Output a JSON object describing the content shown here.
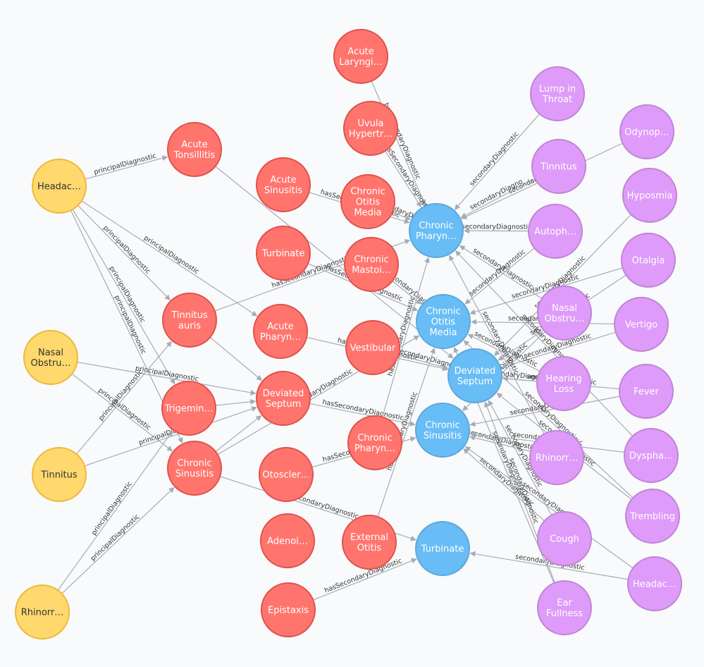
{
  "colors": {
    "symptom_fill": "#ffd86e",
    "symptom_stroke": "#edba39",
    "diagnosis_fill": "#ff756e",
    "diagnosis_stroke": "#e0514b",
    "secondary_fill": "#68bdf6",
    "secondary_stroke": "#5ca8db",
    "side_fill": "#de9bf9",
    "side_stroke": "#bf85d6",
    "edge": "#a5abb6"
  },
  "nodes": [
    {
      "id": "s_headache",
      "group": "symptom",
      "lines": [
        "Headac…"
      ]
    },
    {
      "id": "s_nasal",
      "group": "symptom",
      "lines": [
        "Nasal",
        "Obstru…"
      ]
    },
    {
      "id": "s_tinnitus",
      "group": "symptom",
      "lines": [
        "Tinnitus"
      ]
    },
    {
      "id": "s_rhinorr",
      "group": "symptom",
      "lines": [
        "Rhinorr…"
      ]
    },
    {
      "id": "d_acute_laryngi",
      "group": "diagnosis",
      "lines": [
        "Acute",
        "Laryngi…"
      ]
    },
    {
      "id": "d_uvula",
      "group": "diagnosis",
      "lines": [
        "Uvula",
        "Hypertr…"
      ]
    },
    {
      "id": "d_acute_tonsil",
      "group": "diagnosis",
      "lines": [
        "Acute",
        "Tonsillitis"
      ]
    },
    {
      "id": "d_acute_sinus",
      "group": "diagnosis",
      "lines": [
        "Acute",
        "Sinusitis"
      ]
    },
    {
      "id": "d_chronic_otitis",
      "group": "diagnosis",
      "lines": [
        "Chronic",
        "Otitis",
        "Media"
      ]
    },
    {
      "id": "d_turbinate",
      "group": "diagnosis",
      "lines": [
        "Turbinate"
      ]
    },
    {
      "id": "d_chronic_mastoi",
      "group": "diagnosis",
      "lines": [
        "Chronic",
        "Mastoi…"
      ]
    },
    {
      "id": "d_tinnitus_auris",
      "group": "diagnosis",
      "lines": [
        "Tinnitus",
        "auris"
      ]
    },
    {
      "id": "d_acute_pharyn",
      "group": "diagnosis",
      "lines": [
        "Acute",
        "Pharyn…"
      ]
    },
    {
      "id": "d_vestibular",
      "group": "diagnosis",
      "lines": [
        "Vestibular"
      ]
    },
    {
      "id": "d_trigemin",
      "group": "diagnosis",
      "lines": [
        "Trigemin…"
      ]
    },
    {
      "id": "d_deviated",
      "group": "diagnosis",
      "lines": [
        "Deviated",
        "Septum"
      ]
    },
    {
      "id": "d_chronic_sinus",
      "group": "diagnosis",
      "lines": [
        "Chronic",
        "Sinusitis"
      ]
    },
    {
      "id": "d_chronic_pharyn",
      "group": "diagnosis",
      "lines": [
        "Chronic",
        "Pharyn…"
      ]
    },
    {
      "id": "d_otoscler",
      "group": "diagnosis",
      "lines": [
        "Otoscler…"
      ]
    },
    {
      "id": "d_adenoi",
      "group": "diagnosis",
      "lines": [
        "Adenoi…"
      ]
    },
    {
      "id": "d_external",
      "group": "diagnosis",
      "lines": [
        "External",
        "Otitis"
      ]
    },
    {
      "id": "d_epistaxis",
      "group": "diagnosis",
      "lines": [
        "Epistaxis"
      ]
    },
    {
      "id": "b_chronic_pharyn",
      "group": "secondary",
      "lines": [
        "Chronic",
        "Pharyn…"
      ]
    },
    {
      "id": "b_chronic_otitis",
      "group": "secondary",
      "lines": [
        "Chronic",
        "Otitis",
        "Media"
      ]
    },
    {
      "id": "b_deviated",
      "group": "secondary",
      "lines": [
        "Deviated",
        "Septum"
      ]
    },
    {
      "id": "b_chronic_sinus",
      "group": "secondary",
      "lines": [
        "Chronic",
        "Sinusitis"
      ]
    },
    {
      "id": "b_turbinate",
      "group": "secondary",
      "lines": [
        "Turbinate"
      ]
    },
    {
      "id": "p_lump",
      "group": "side",
      "lines": [
        "Lump in",
        "Throat"
      ]
    },
    {
      "id": "p_odynop",
      "group": "side",
      "lines": [
        "Odynop…"
      ]
    },
    {
      "id": "p_tinnitus",
      "group": "side",
      "lines": [
        "Tinnitus"
      ]
    },
    {
      "id": "p_hyposmia",
      "group": "side",
      "lines": [
        "Hyposmia"
      ]
    },
    {
      "id": "p_autoph",
      "group": "side",
      "lines": [
        "Autoph…"
      ]
    },
    {
      "id": "p_otalgia",
      "group": "side",
      "lines": [
        "Otalgia"
      ]
    },
    {
      "id": "p_nasal",
      "group": "side",
      "lines": [
        "Nasal",
        "Obstru…"
      ]
    },
    {
      "id": "p_vertigo",
      "group": "side",
      "lines": [
        "Vertigo"
      ]
    },
    {
      "id": "p_hearing",
      "group": "side",
      "lines": [
        "Hearing",
        "Loss"
      ]
    },
    {
      "id": "p_fever",
      "group": "side",
      "lines": [
        "Fever"
      ]
    },
    {
      "id": "p_rhinorr",
      "group": "side",
      "lines": [
        "Rhinorr…"
      ]
    },
    {
      "id": "p_dyspha",
      "group": "side",
      "lines": [
        "Dyspha…"
      ]
    },
    {
      "id": "p_trembling",
      "group": "side",
      "lines": [
        "Trembling"
      ]
    },
    {
      "id": "p_cough",
      "group": "side",
      "lines": [
        "Cough"
      ]
    },
    {
      "id": "p_headache",
      "group": "side",
      "lines": [
        "Headac…"
      ]
    },
    {
      "id": "p_ear",
      "group": "side",
      "lines": [
        "Ear",
        "Fullness"
      ]
    }
  ],
  "edges": [
    {
      "from": "s_headache",
      "to": "d_acute_tonsil",
      "label": "principalDiagnostic"
    },
    {
      "from": "s_headache",
      "to": "d_acute_pharyn",
      "label": "principalDiagnostic"
    },
    {
      "from": "s_headache",
      "to": "d_tinnitus_auris",
      "label": "principalDiagnostic"
    },
    {
      "from": "s_headache",
      "to": "d_trigemin",
      "label": "principalDiagnostic"
    },
    {
      "from": "s_headache",
      "to": "d_chronic_sinus",
      "label": "principalDiagnostic"
    },
    {
      "from": "s_nasal",
      "to": "d_deviated",
      "label": "principalDiagnostic"
    },
    {
      "from": "s_nasal",
      "to": "d_chronic_sinus",
      "label": "principalDiagnostic"
    },
    {
      "from": "s_tinnitus",
      "to": "d_tinnitus_auris",
      "label": "principalDiagnostic"
    },
    {
      "from": "s_tinnitus",
      "to": "d_deviated",
      "label": "principalDiagnostic"
    },
    {
      "from": "s_rhinorr",
      "to": "d_chronic_sinus",
      "label": "principalDiagnostic"
    },
    {
      "from": "s_rhinorr",
      "to": "d_trigemin",
      "label": "principalDiagnostic"
    },
    {
      "from": "d_acute_laryngi",
      "to": "b_chronic_pharyn",
      "label": "hasSecondaryDiagnostic"
    },
    {
      "from": "d_uvula",
      "to": "b_chronic_pharyn",
      "label": "hasSecondaryDiagnostic"
    },
    {
      "from": "d_acute_sinus",
      "to": "b_chronic_pharyn",
      "label": "hasSecondaryDiagnostic"
    },
    {
      "from": "d_chronic_otitis",
      "to": "b_chronic_pharyn",
      "label": "hasSecondaryDiagnostic"
    },
    {
      "from": "d_turbinate",
      "to": "b_chronic_otitis",
      "label": "hasSecondaryDiagnostic"
    },
    {
      "from": "d_chronic_mastoi",
      "to": "b_chronic_otitis",
      "label": "hasSecondaryDiagnostic"
    },
    {
      "from": "d_tinnitus_auris",
      "to": "b_chronic_pharyn",
      "label": "hasSecondaryDiagnostic"
    },
    {
      "from": "d_acute_pharyn",
      "to": "b_deviated",
      "label": "hasSecondaryDiagnostic"
    },
    {
      "from": "d_vestibular",
      "to": "b_deviated",
      "label": "hasSecondaryDiagnostic"
    },
    {
      "from": "d_deviated",
      "to": "b_chronic_sinus",
      "label": "hasSecondaryDiagnostic"
    },
    {
      "from": "d_chronic_sinus",
      "to": "b_chronic_otitis",
      "label": "hasSecondaryDiagnostic"
    },
    {
      "from": "d_chronic_pharyn",
      "to": "b_chronic_pharyn",
      "label": "hasSecondaryDiagnostic"
    },
    {
      "from": "d_otoscler",
      "to": "b_chronic_sinus",
      "label": "hasSecondaryDiagnostic"
    },
    {
      "from": "d_external",
      "to": "b_chronic_otitis",
      "label": "hasSecondaryDiagnostic"
    },
    {
      "from": "d_epistaxis",
      "to": "b_turbinate",
      "label": "hasSecondaryDiagnostic"
    },
    {
      "from": "d_acute_tonsil",
      "to": "b_deviated",
      "label": ""
    },
    {
      "from": "d_chronic_sinus",
      "to": "b_turbinate",
      "label": "hasSecondaryDiagnostic"
    },
    {
      "from": "d_trigemin",
      "to": "d_deviated",
      "label": ""
    },
    {
      "from": "d_chronic_sinus",
      "to": "d_deviated",
      "label": ""
    },
    {
      "from": "d_tinnitus_auris",
      "to": "d_deviated",
      "label": ""
    },
    {
      "from": "p_lump",
      "to": "b_chronic_pharyn",
      "label": "secondaryDiagnostic"
    },
    {
      "from": "p_odynop",
      "to": "b_chronic_pharyn",
      "label": "secondaryDiagnostic"
    },
    {
      "from": "p_tinnitus",
      "to": "b_chronic_pharyn",
      "label": "secondaryDiagno"
    },
    {
      "from": "p_hyposmia",
      "to": "b_deviated",
      "label": "secondaryDiagnostic"
    },
    {
      "from": "p_autoph",
      "to": "b_chronic_pharyn",
      "label": "secondaryDiagnostic"
    },
    {
      "from": "p_otalgia",
      "to": "b_chronic_otitis",
      "label": "secondaryDiagnostic"
    },
    {
      "from": "p_nasal",
      "to": "b_chronic_sinus",
      "label": "secondaryDiagnostic"
    },
    {
      "from": "p_vertigo",
      "to": "b_deviated",
      "label": "secondaryDiagnostic"
    },
    {
      "from": "p_hearing",
      "to": "b_chronic_otitis",
      "label": "secondaryDiagnostic"
    },
    {
      "from": "p_fever",
      "to": "b_chronic_sinus",
      "label": "secondaryDiagnostic"
    },
    {
      "from": "p_rhinorr",
      "to": "b_chronic_sinus",
      "label": "secondaryDiagnostic"
    },
    {
      "from": "p_dyspha",
      "to": "b_chronic_pharyn",
      "label": "secondaryDiagnostic"
    },
    {
      "from": "p_trembling",
      "to": "b_deviated",
      "label": "secondaryDiagnostic"
    },
    {
      "from": "p_cough",
      "to": "b_chronic_sinus",
      "label": "secondaryDiagnostic"
    },
    {
      "from": "p_headache",
      "to": "b_turbinate",
      "label": "secondaryDiagnostic"
    },
    {
      "from": "p_ear",
      "to": "b_chronic_otitis",
      "label": "secondaryDiagnostic"
    },
    {
      "from": "p_headache",
      "to": "b_chronic_sinus",
      "label": "secondaryDiagnostic"
    },
    {
      "from": "p_rhinorr",
      "to": "b_chronic_pharyn",
      "label": "secondaryDiagnostic"
    },
    {
      "from": "p_hearing",
      "to": "b_deviated",
      "label": "secondaryDiagnostic"
    },
    {
      "from": "p_nasal",
      "to": "b_chronic_pharyn",
      "label": "secondaryDiagnostic"
    },
    {
      "from": "p_otalgia",
      "to": "b_deviated",
      "label": "secondaryDiagnostic"
    },
    {
      "from": "p_vertigo",
      "to": "b_chronic_otitis",
      "label": "secondaryDiagnostic"
    },
    {
      "from": "p_cough",
      "to": "b_deviated",
      "label": "secondaryDiagnostic"
    },
    {
      "from": "p_dyspha",
      "to": "b_chronic_sinus",
      "label": "secondaryDiagnostic"
    },
    {
      "from": "p_autoph",
      "to": "b_chronic_otitis",
      "label": "secondaryDiagnostic"
    },
    {
      "from": "p_ear",
      "to": "b_deviated",
      "label": "secondaryDiagnostic"
    },
    {
      "from": "p_trembling",
      "to": "b_chronic_otitis",
      "label": "secondaryDiagnostic"
    },
    {
      "from": "p_fever",
      "to": "b_deviated",
      "label": "secondaryDiagnostic"
    }
  ]
}
